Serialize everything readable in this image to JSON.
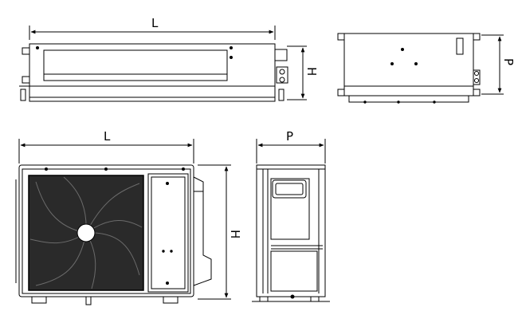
{
  "diagram": {
    "labels": {
      "length": "L",
      "height": "H",
      "depth": "P"
    },
    "views": [
      {
        "name": "indoor-unit-front-view",
        "dimensions": [
          "length",
          "height"
        ]
      },
      {
        "name": "indoor-unit-top-view",
        "dimensions": [
          "depth"
        ]
      },
      {
        "name": "outdoor-unit-front-view",
        "dimensions": [
          "length",
          "height"
        ]
      },
      {
        "name": "outdoor-unit-side-view",
        "dimensions": [
          "depth"
        ]
      }
    ],
    "colors": {
      "line": "#000000",
      "fan_grille": "#1a1a1a",
      "background": "#ffffff"
    }
  }
}
